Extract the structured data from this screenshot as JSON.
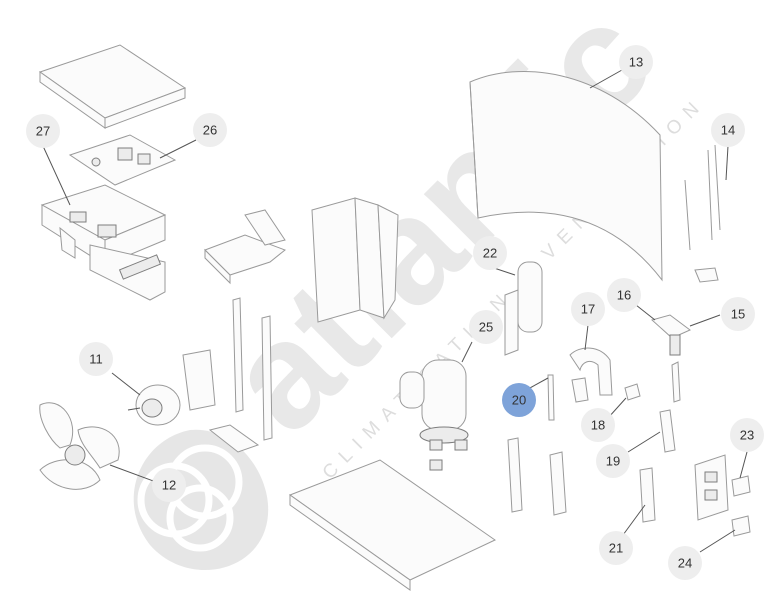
{
  "diagram": {
    "watermark": {
      "brand": "atlantic",
      "tagline": "CLIMATISATION & VENTILATION",
      "color": "#e6e6e6"
    },
    "callout_style": {
      "fill": "#eeeeee",
      "highlight_fill": "#7ea3d9",
      "text_color": "#333333"
    },
    "callouts": [
      {
        "id": "11",
        "label": "11",
        "highlighted": false
      },
      {
        "id": "12",
        "label": "12",
        "highlighted": false
      },
      {
        "id": "13",
        "label": "13",
        "highlighted": false
      },
      {
        "id": "14",
        "label": "14",
        "highlighted": false
      },
      {
        "id": "15",
        "label": "15",
        "highlighted": false
      },
      {
        "id": "16",
        "label": "16",
        "highlighted": false
      },
      {
        "id": "17",
        "label": "17",
        "highlighted": false
      },
      {
        "id": "18",
        "label": "18",
        "highlighted": false
      },
      {
        "id": "19",
        "label": "19",
        "highlighted": false
      },
      {
        "id": "20",
        "label": "20",
        "highlighted": true
      },
      {
        "id": "21",
        "label": "21",
        "highlighted": false
      },
      {
        "id": "22",
        "label": "22",
        "highlighted": false
      },
      {
        "id": "23",
        "label": "23",
        "highlighted": false
      },
      {
        "id": "24",
        "label": "24",
        "highlighted": false
      },
      {
        "id": "25",
        "label": "25",
        "highlighted": false
      },
      {
        "id": "26",
        "label": "26",
        "highlighted": false
      },
      {
        "id": "27",
        "label": "27",
        "highlighted": false
      }
    ]
  }
}
